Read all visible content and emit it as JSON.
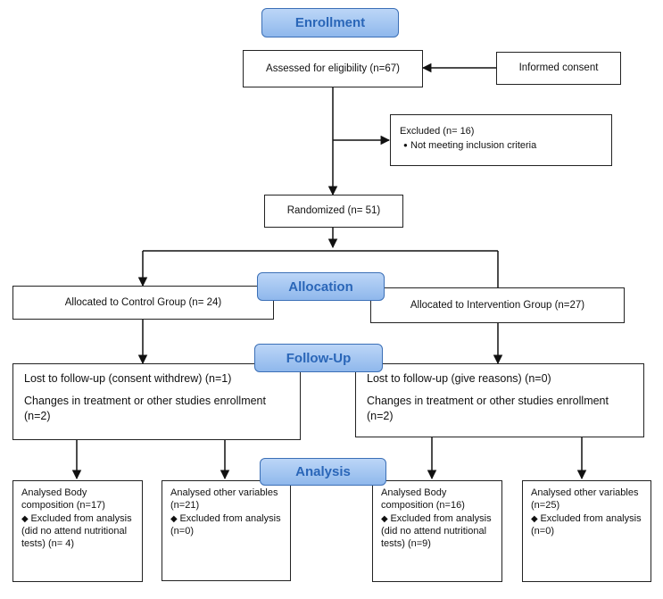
{
  "stages": {
    "enrollment": "Enrollment",
    "allocation": "Allocation",
    "follow_up": "Follow-Up",
    "analysis": "Analysis"
  },
  "enrollment": {
    "assessed": "Assessed for eligibility (n=67)",
    "consent": "Informed consent",
    "excluded_title": "Excluded (n= 16)",
    "excluded_item": "Not meeting inclusion criteria",
    "randomized": "Randomized (n= 51)"
  },
  "allocation": {
    "control": "Allocated to Control Group (n= 24)",
    "intervention": "Allocated to Intervention Group (n=27)"
  },
  "follow_up": {
    "control_lost": "Lost to follow-up (consent withdrew) (n=1)",
    "control_changes": "Changes in treatment or other studies enrollment (n=2)",
    "intervention_lost": "Lost to follow-up (give reasons) (n=0)",
    "intervention_changes": "Changes in treatment or other studies enrollment (n=2)"
  },
  "analysis": {
    "c_body_title": "Analysed Body composition (n=17)",
    "c_body_excluded": "Excluded from analysis (did no attend nutritional tests) (n= 4)",
    "c_other_title": "Analysed other variables (n=21)",
    "c_other_excluded": "Excluded from analysis (n=0)",
    "i_body_title": "Analysed Body composition (n=16)",
    "i_body_excluded": "Excluded from analysis (did no attend nutritional tests) (n=9)",
    "i_other_title": "Analysed other variables (n=25)",
    "i_other_excluded": "Excluded from analysis (n=0)"
  }
}
